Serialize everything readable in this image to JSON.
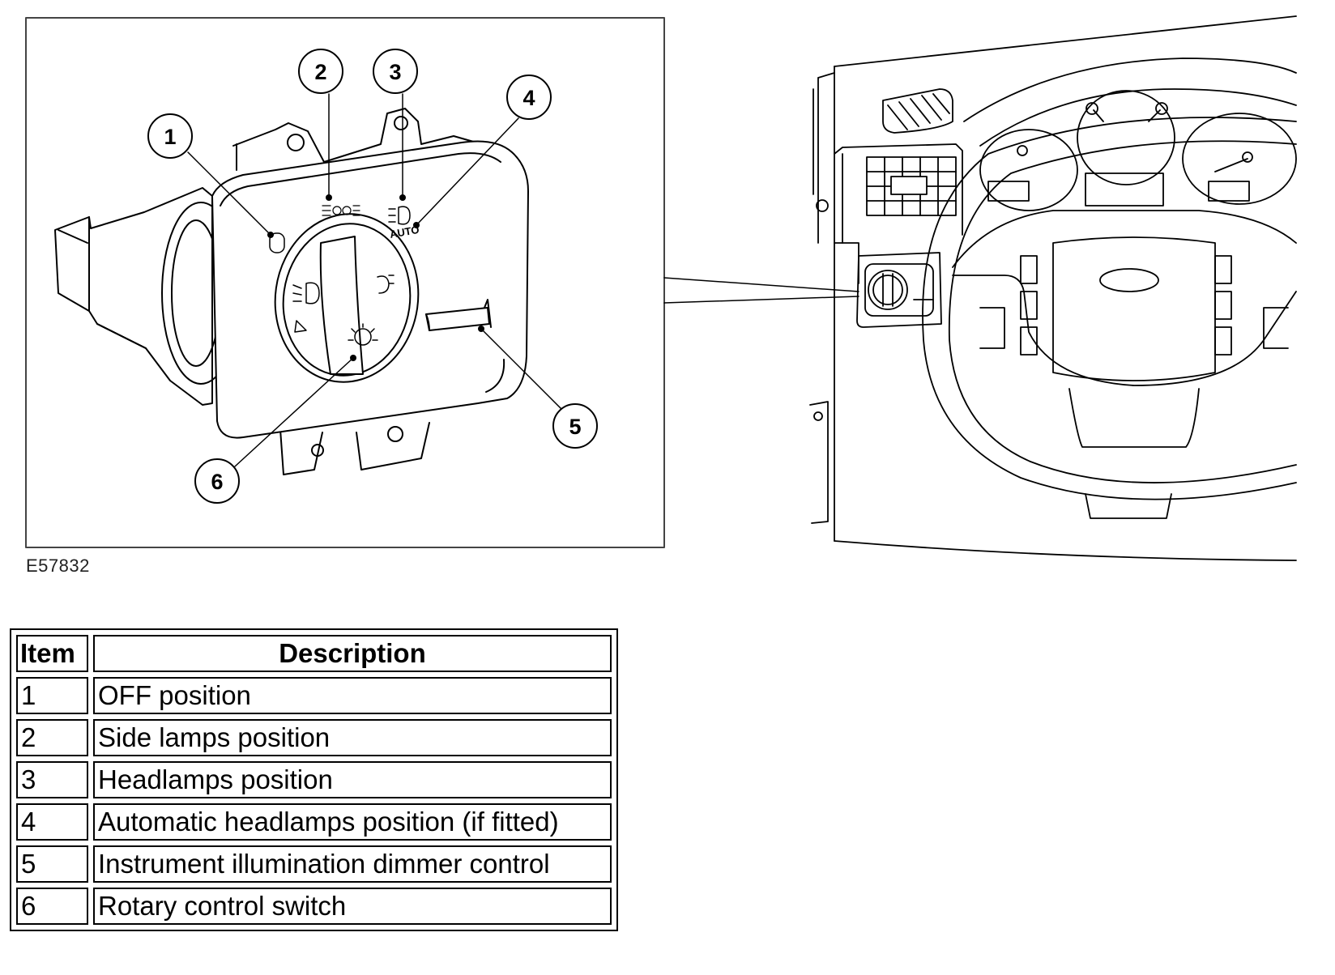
{
  "figure": {
    "code": "E57832",
    "callouts": [
      "1",
      "2",
      "3",
      "4",
      "5",
      "6"
    ],
    "auto_label": "AUTO",
    "icons": [
      "off-position-icon",
      "side-lamps-icon",
      "headlamps-icon",
      "fog-lamp-icon",
      "rear-fog-lamp-icon",
      "dash-illumination-icon"
    ]
  },
  "table": {
    "headers": {
      "item": "Item",
      "description": "Description"
    },
    "rows": [
      {
        "item": "1",
        "description": "OFF position"
      },
      {
        "item": "2",
        "description": "Side lamps position"
      },
      {
        "item": "3",
        "description": "Headlamps position"
      },
      {
        "item": "4",
        "description": "Automatic headlamps position (if fitted)"
      },
      {
        "item": "5",
        "description": "Instrument illumination dimmer control"
      },
      {
        "item": "6",
        "description": "Rotary control switch"
      }
    ]
  }
}
